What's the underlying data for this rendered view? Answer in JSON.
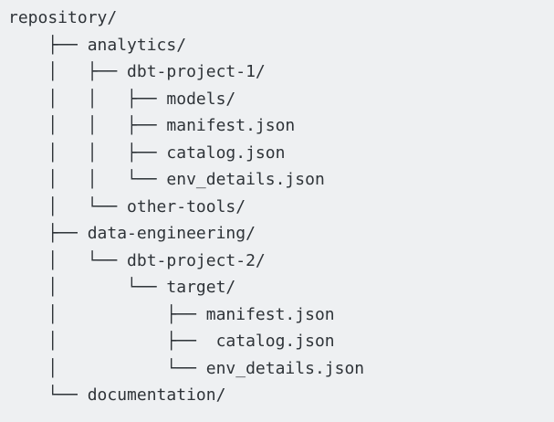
{
  "colors": {
    "background": "#eef0f2",
    "text": "#2e3338"
  },
  "tree": {
    "root": "repository/",
    "lines": [
      "repository/",
      "    ├── analytics/",
      "    │   ├── dbt-project-1/",
      "    │   │   ├── models/",
      "    │   │   ├── manifest.json",
      "    │   │   ├── catalog.json",
      "    │   │   └── env_details.json",
      "    │   └── other-tools/",
      "    ├── data-engineering/",
      "    │   └── dbt-project-2/",
      "    │       └── target/",
      "    │           ├── manifest.json",
      "    │           ├──  catalog.json",
      "    │           └── env_details.json",
      "    └── documentation/"
    ]
  }
}
